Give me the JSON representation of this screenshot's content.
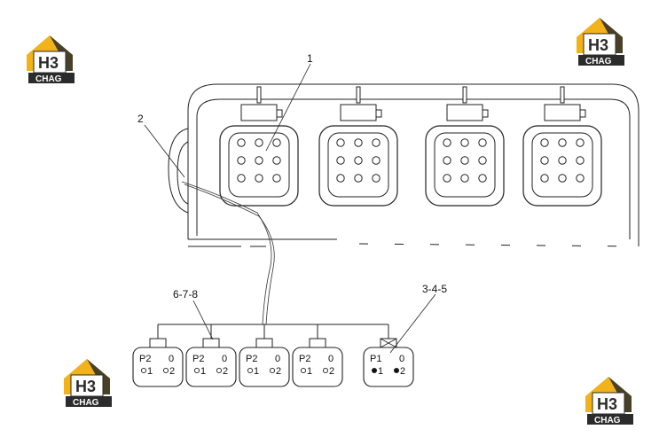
{
  "callouts": {
    "c1": "1",
    "c2": "2",
    "c678": "6-7-8",
    "c345": "3-4-5"
  },
  "switches": [
    {
      "left": "P2",
      "right": "0",
      "pos1": "1",
      "pos2": "2",
      "filled": false
    },
    {
      "left": "P2",
      "right": "0",
      "pos1": "1",
      "pos2": "2",
      "filled": false
    },
    {
      "left": "P2",
      "right": "0",
      "pos1": "1",
      "pos2": "2",
      "filled": false
    },
    {
      "left": "P2",
      "right": "0",
      "pos1": "1",
      "pos2": "2",
      "filled": false
    },
    {
      "left": "P1",
      "right": "0",
      "pos1": "1",
      "pos2": "2",
      "filled": true
    }
  ],
  "logo": {
    "mark": "H3",
    "word": "CHAG",
    "colors": {
      "orange": "#f2b21a",
      "dark": "#2b2b2b",
      "white": "#ffffff"
    }
  }
}
